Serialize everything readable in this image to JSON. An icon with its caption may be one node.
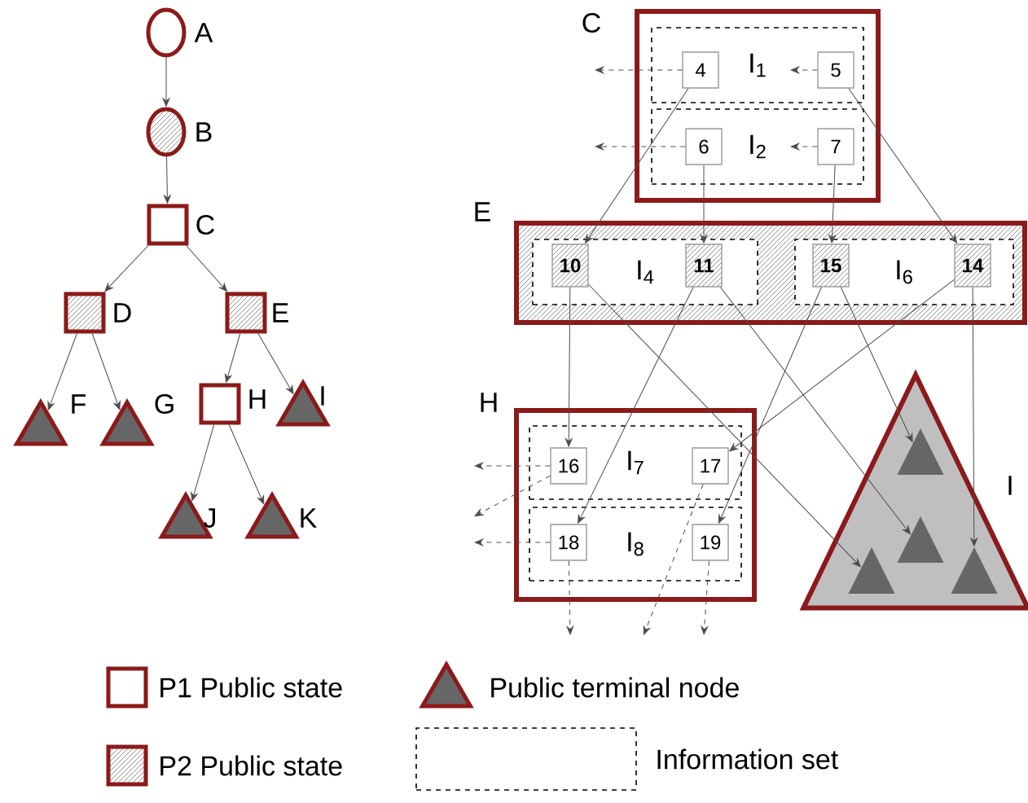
{
  "diagram": {
    "nodes": [
      {
        "text": [
          "A"
        ]
      },
      {
        "text": [
          "B"
        ]
      },
      {
        "text": [
          "C"
        ]
      },
      {
        "text": [
          "D"
        ]
      },
      {
        "text": [
          "E"
        ]
      },
      {
        "text": [
          "F"
        ]
      },
      {
        "text": [
          "G"
        ]
      },
      {
        "text": [
          "H"
        ]
      },
      {
        "text": [
          "I"
        ]
      },
      {
        "text": [
          "J"
        ]
      },
      {
        "text": [
          "K"
        ]
      },
      {
        "text": [
          "C"
        ]
      },
      {
        "text": [
          "I$_{1}$"
        ],
        "in": 11
      },
      {
        "text": [
          "4"
        ],
        "in": 12
      },
      {
        "text": [
          "5"
        ],
        "in": 12
      },
      {
        "text": [
          "I$_{2}$"
        ],
        "in": 11
      },
      {
        "text": [
          "6"
        ],
        "in": 15
      },
      {
        "text": [
          "7"
        ],
        "in": 15
      },
      {
        "text": [
          "E"
        ]
      },
      {
        "text": [
          "I$_{4}$"
        ],
        "in": 18
      },
      {
        "text": [
          "10"
        ],
        "in": 19
      },
      {
        "text": [
          "11"
        ],
        "in": 19
      },
      {
        "text": [
          "I$_{6}$"
        ],
        "in": 18
      },
      {
        "text": [
          "15"
        ],
        "in": 22
      },
      {
        "text": [
          "14"
        ],
        "in": 22
      },
      {
        "text": [
          "H"
        ]
      },
      {
        "text": [
          "I$_{7}$"
        ],
        "in": 25
      },
      {
        "text": [
          "16"
        ],
        "in": 26
      },
      {
        "text": [
          "17"
        ],
        "in": 26
      },
      {
        "text": [
          "I$_{8}$"
        ],
        "in": 25
      },
      {
        "text": [
          "18"
        ],
        "in": 29
      },
      {
        "text": [
          "19"
        ],
        "in": 29
      },
      {
        "text": [
          "I"
        ]
      },
      {
        "text": [],
        "shape": "triangle",
        "in": 32
      },
      {
        "text": [],
        "shape": "triangle",
        "in": 32
      },
      {
        "text": [],
        "shape": "triangle",
        "in": 32
      },
      {
        "text": [],
        "shape": "triangle",
        "in": 32
      }
    ],
    "edges": [
      {
        "from": 0,
        "to": 1,
        "arrow": "to"
      },
      {
        "from": 1,
        "to": 2,
        "arrow": "to"
      },
      {
        "from": 2,
        "to": 3,
        "arrow": "to"
      },
      {
        "from": 2,
        "to": 4,
        "arrow": "to"
      },
      {
        "from": 3,
        "to": 5,
        "arrow": "to"
      },
      {
        "from": 3,
        "to": 6,
        "arrow": "to"
      },
      {
        "from": 4,
        "to": 7,
        "arrow": "to"
      },
      {
        "from": 4,
        "to": 8,
        "arrow": "to"
      },
      {
        "from": 7,
        "to": 9,
        "arrow": "to"
      },
      {
        "from": 7,
        "to": 10,
        "arrow": "to"
      },
      {
        "from": 13,
        "to": null,
        "arrow": "to",
        "style": "dashed"
      },
      {
        "from": 14,
        "to": null,
        "arrow": "to",
        "style": "dashed"
      },
      {
        "from": 16,
        "to": null,
        "arrow": "to",
        "style": "dashed"
      },
      {
        "from": 17,
        "to": null,
        "arrow": "to",
        "style": "dashed"
      },
      {
        "from": 13,
        "to": 20,
        "arrow": "to"
      },
      {
        "from": 16,
        "to": 21,
        "arrow": "to"
      },
      {
        "from": 17,
        "to": 23,
        "arrow": "to"
      },
      {
        "from": 14,
        "to": 24,
        "arrow": "to"
      },
      {
        "from": 20,
        "to": 27,
        "arrow": "to"
      },
      {
        "from": 20,
        "to": 33,
        "arrow": "to"
      },
      {
        "from": 21,
        "to": 30,
        "arrow": "to"
      },
      {
        "from": 21,
        "to": 35,
        "arrow": "to"
      },
      {
        "from": 23,
        "to": 31,
        "arrow": "to"
      },
      {
        "from": 23,
        "to": 34,
        "arrow": "to"
      },
      {
        "from": 24,
        "to": 28,
        "arrow": "to"
      },
      {
        "from": 24,
        "to": 36,
        "arrow": "to"
      },
      {
        "from": 27,
        "to": null,
        "arrow": "to",
        "style": "dashed"
      },
      {
        "from": 27,
        "to": null,
        "arrow": "to",
        "style": "dashed"
      },
      {
        "from": 30,
        "to": null,
        "arrow": "to",
        "style": "dashed"
      },
      {
        "from": 30,
        "to": null,
        "arrow": "to",
        "style": "dashed"
      },
      {
        "from": 28,
        "to": null,
        "arrow": "to",
        "style": "dashed"
      },
      {
        "from": 31,
        "to": null,
        "arrow": "to",
        "style": "dashed"
      }
    ],
    "legend": [
      {
        "text": "P1 Public state"
      },
      {
        "text": "Public terminal node"
      },
      {
        "text": "P2 Public state"
      },
      {
        "text": "Information set"
      }
    ]
  }
}
